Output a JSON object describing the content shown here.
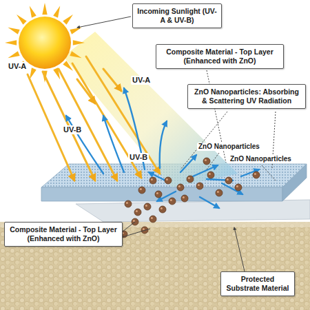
{
  "diagram": {
    "nodes": [
      {
        "text": [
          "Incoming Sunlight (UV-A & UV-B)"
        ]
      },
      {
        "text": [
          "Composite Material - Top Layer (Enhanced with ZnO)"
        ]
      },
      {
        "text": [
          "ZnO Nanoparticles: Absorbing & Scattering UV Radiation"
        ]
      },
      {
        "text": [
          "Composite Material - Top Layer (Enhanced with ZnO)"
        ]
      },
      {
        "text": [
          "Protected Substrate Material"
        ]
      }
    ],
    "labels": [
      "UV-A",
      "UV-A",
      "UV-B",
      "UV-B",
      "ZnO Nanoparticles",
      "ZnO Nanoparticles"
    ]
  }
}
